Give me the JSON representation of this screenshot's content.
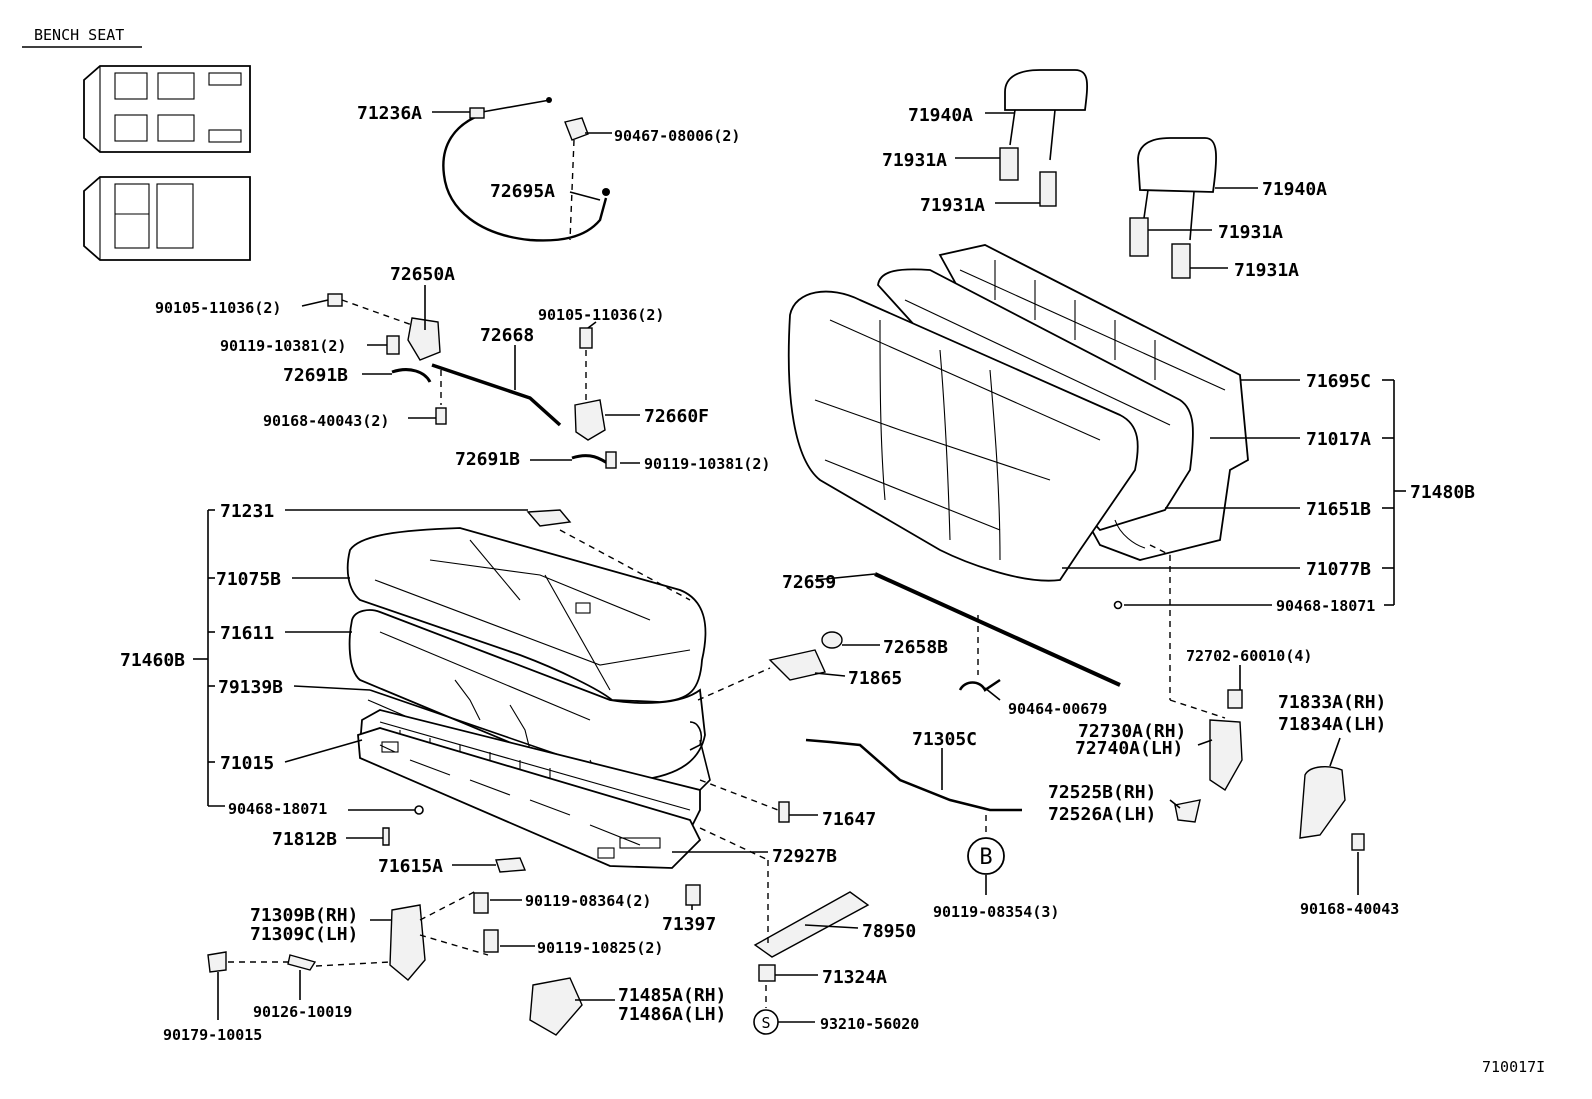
{
  "header": {
    "title": "BENCH SEAT"
  },
  "footer": {
    "figure_code": "710017I"
  },
  "callouts": {
    "c71236A": "71236A",
    "c90467_08006": "90467-08006(2)",
    "c72695A": "72695A",
    "c72650A": "72650A",
    "c90105_11036_l": "90105-11036(2)",
    "c90119_10381_l": "90119-10381(2)",
    "c72691B_top": "72691B",
    "c90168_40043_l": "90168-40043(2)",
    "c72668": "72668",
    "c90105_11036_r": "90105-11036(2)",
    "c72660F": "72660F",
    "c72691B_bot": "72691B",
    "c90119_10381_r": "90119-10381(2)",
    "c71231": "71231",
    "c71075B": "71075B",
    "c71611": "71611",
    "c71460B": "71460B",
    "c79139B": "79139B",
    "c71015": "71015",
    "c90468_18071_l": "90468-18071",
    "c71812B": "71812B",
    "c71615A": "71615A",
    "c71309B": "71309B(RH)",
    "c71309C": "71309C(LH)",
    "c90119_08364": "90119-08364(2)",
    "c90119_10825": "90119-10825(2)",
    "c71397": "71397",
    "c90126_10019": "90126-10019",
    "c90179_10015": "90179-10015",
    "c71485A": "71485A(RH)",
    "c71486A": "71486A(LH)",
    "c72659": "72659",
    "c72658B": "72658B",
    "c71865": "71865",
    "c90464_00679": "90464-00679",
    "c71305C": "71305C",
    "c71647": "71647",
    "c72927B": "72927B",
    "c78950": "78950",
    "c71324A": "71324A",
    "c93210_56020": "93210-56020",
    "c90119_08354": "90119-08354(3)",
    "c71940A_l": "71940A",
    "c71931A_1": "71931A",
    "c71931A_2": "71931A",
    "c71940A_r": "71940A",
    "c71931A_3": "71931A",
    "c71931A_4": "71931A",
    "c71695C": "71695C",
    "c71017A": "71017A",
    "c71480B": "71480B",
    "c71651B": "71651B",
    "c71077B": "71077B",
    "c90468_18071_r": "90468-18071",
    "c72702_60010": "72702-60010(4)",
    "c72730A": "72730A(RH)",
    "c72740A": "72740A(LH)",
    "c72525B": "72525B(RH)",
    "c72526A": "72526A(LH)",
    "c71833A": "71833A(RH)",
    "c71834A": "71834A(LH)",
    "c90168_40043_r": "90168-40043"
  },
  "markers": {
    "marker_b": "B",
    "marker_s": "S"
  }
}
